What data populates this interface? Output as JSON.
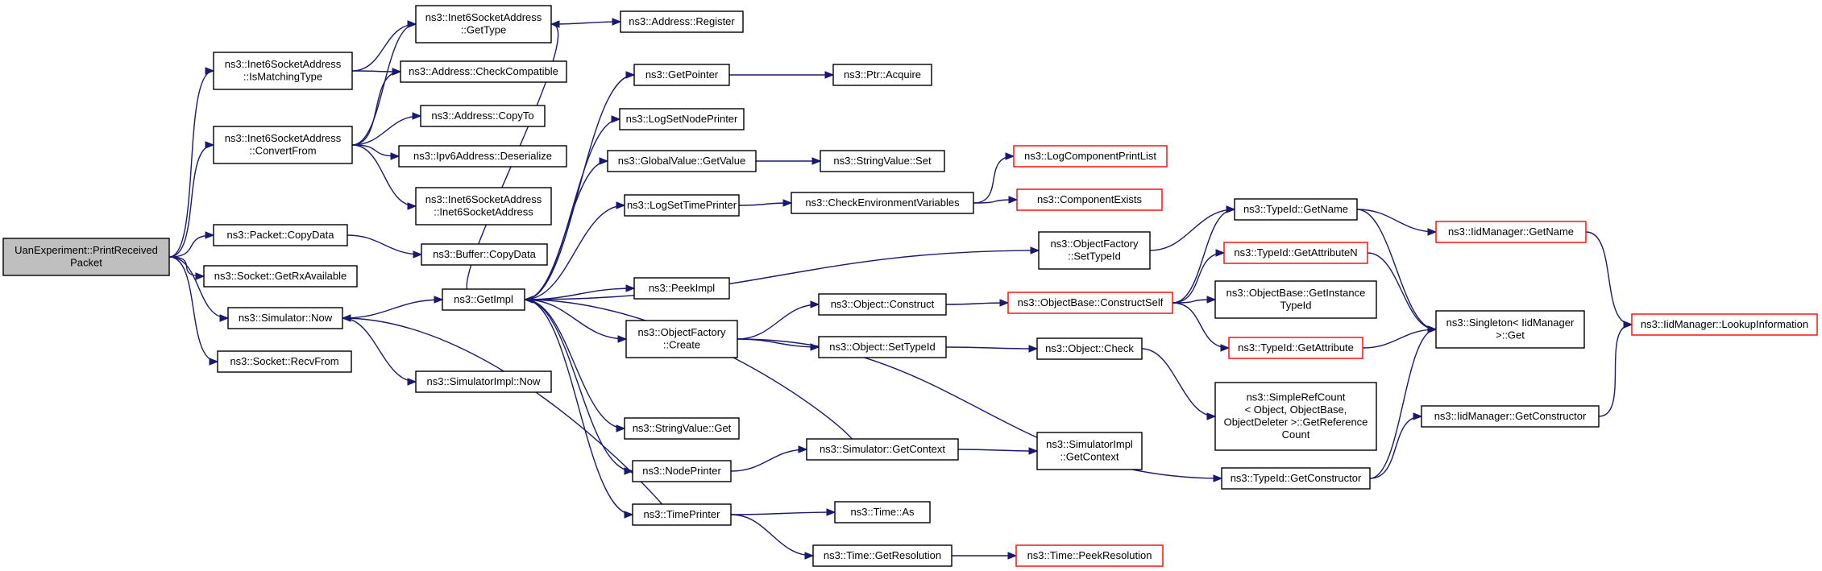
{
  "colors": {
    "edge": "#191970",
    "node_border": "#000000",
    "truncated_border": "#ff0000",
    "root_fill": "#bfbfbf"
  },
  "nodes": [
    {
      "id": "root",
      "lines": [
        "UanExperiment::PrintReceived",
        "Packet"
      ],
      "style": "root"
    },
    {
      "id": "inet6_ismatching",
      "lines": [
        "ns3::Inet6SocketAddress",
        "::IsMatchingType"
      ]
    },
    {
      "id": "inet6_convertfrom",
      "lines": [
        "ns3::Inet6SocketAddress",
        "::ConvertFrom"
      ]
    },
    {
      "id": "packet_copydata",
      "lines": [
        "ns3::Packet::CopyData"
      ]
    },
    {
      "id": "socket_getrx",
      "lines": [
        "ns3::Socket::GetRxAvailable"
      ]
    },
    {
      "id": "simulator_now",
      "lines": [
        "ns3::Simulator::Now"
      ]
    },
    {
      "id": "socket_recvfrom",
      "lines": [
        "ns3::Socket::RecvFrom"
      ]
    },
    {
      "id": "inet6_gettype",
      "lines": [
        "ns3::Inet6SocketAddress",
        "::GetType"
      ]
    },
    {
      "id": "address_checkcompat",
      "lines": [
        "ns3::Address::CheckCompatible"
      ]
    },
    {
      "id": "address_copyto",
      "lines": [
        "ns3::Address::CopyTo"
      ]
    },
    {
      "id": "ipv6_deserialize",
      "lines": [
        "ns3::Ipv6Address::Deserialize"
      ]
    },
    {
      "id": "inet6_ctor",
      "lines": [
        "ns3::Inet6SocketAddress",
        "::Inet6SocketAddress"
      ]
    },
    {
      "id": "buffer_copydata",
      "lines": [
        "ns3::Buffer::CopyData"
      ]
    },
    {
      "id": "getimpl",
      "lines": [
        "ns3::GetImpl"
      ]
    },
    {
      "id": "simimpl_now",
      "lines": [
        "ns3::SimulatorImpl::Now"
      ]
    },
    {
      "id": "address_register",
      "lines": [
        "ns3::Address::Register"
      ]
    },
    {
      "id": "getpointer",
      "lines": [
        "ns3::GetPointer"
      ]
    },
    {
      "id": "logsetnodeprinter",
      "lines": [
        "ns3::LogSetNodePrinter"
      ]
    },
    {
      "id": "globalvalue_getvalue",
      "lines": [
        "ns3::GlobalValue::GetValue"
      ]
    },
    {
      "id": "logsettimeprinter",
      "lines": [
        "ns3::LogSetTimePrinter"
      ]
    },
    {
      "id": "peekimpl",
      "lines": [
        "ns3::PeekImpl"
      ]
    },
    {
      "id": "objectfactory_create",
      "lines": [
        "ns3::ObjectFactory",
        "::Create"
      ]
    },
    {
      "id": "stringvalue_get",
      "lines": [
        "ns3::StringValue::Get"
      ]
    },
    {
      "id": "nodeprinter",
      "lines": [
        "ns3::NodePrinter"
      ]
    },
    {
      "id": "timeprinter",
      "lines": [
        "ns3::TimePrinter"
      ]
    },
    {
      "id": "ptr_acquire",
      "lines": [
        "ns3::Ptr::Acquire"
      ]
    },
    {
      "id": "stringvalue_set",
      "lines": [
        "ns3::StringValue::Set"
      ]
    },
    {
      "id": "checkenvvars",
      "lines": [
        "ns3::CheckEnvironmentVariables"
      ]
    },
    {
      "id": "object_construct",
      "lines": [
        "ns3::Object::Construct"
      ]
    },
    {
      "id": "object_settypeid",
      "lines": [
        "ns3::Object::SetTypeId"
      ]
    },
    {
      "id": "simulator_getcontext",
      "lines": [
        "ns3::Simulator::GetContext"
      ]
    },
    {
      "id": "time_as",
      "lines": [
        "ns3::Time::As"
      ]
    },
    {
      "id": "time_getresolution",
      "lines": [
        "ns3::Time::GetResolution"
      ]
    },
    {
      "id": "logcomponentprintlist",
      "lines": [
        "ns3::LogComponentPrintList"
      ],
      "style": "red"
    },
    {
      "id": "componentexists",
      "lines": [
        "ns3::ComponentExists"
      ],
      "style": "red"
    },
    {
      "id": "objectfactory_settypeid",
      "lines": [
        "ns3::ObjectFactory",
        "::SetTypeId"
      ]
    },
    {
      "id": "objectbase_constructself",
      "lines": [
        "ns3::ObjectBase::ConstructSelf"
      ],
      "style": "red"
    },
    {
      "id": "object_check",
      "lines": [
        "ns3::Object::Check"
      ]
    },
    {
      "id": "simimpl_getcontext",
      "lines": [
        "ns3::SimulatorImpl",
        "::GetContext"
      ]
    },
    {
      "id": "time_peekresolution",
      "lines": [
        "ns3::Time::PeekResolution"
      ],
      "style": "red"
    },
    {
      "id": "typeid_getname",
      "lines": [
        "ns3::TypeId::GetName"
      ]
    },
    {
      "id": "typeid_getattributen",
      "lines": [
        "ns3::TypeId::GetAttributeN"
      ],
      "style": "red"
    },
    {
      "id": "objectbase_getinstancetypeid",
      "lines": [
        "ns3::ObjectBase::GetInstance",
        "TypeId"
      ]
    },
    {
      "id": "typeid_getattribute",
      "lines": [
        "ns3::TypeId::GetAttribute"
      ],
      "style": "red"
    },
    {
      "id": "simplerefcount",
      "lines": [
        "ns3::SimpleRefCount",
        "< Object, ObjectBase,",
        "ObjectDeleter >::GetReference",
        "Count"
      ]
    },
    {
      "id": "typeid_getconstructor",
      "lines": [
        "ns3::TypeId::GetConstructor"
      ]
    },
    {
      "id": "iidmanager_getname",
      "lines": [
        "ns3::IidManager::GetName"
      ],
      "style": "red"
    },
    {
      "id": "singleton_get",
      "lines": [
        "ns3::Singleton< IidManager",
        ">::Get"
      ]
    },
    {
      "id": "iidmanager_getconstructor",
      "lines": [
        "ns3::IidManager::GetConstructor"
      ]
    },
    {
      "id": "iidmanager_lookupinfo",
      "lines": [
        "ns3::IidManager::LookupInformation"
      ],
      "style": "red"
    }
  ],
  "edges": [
    [
      "root",
      "inet6_ismatching"
    ],
    [
      "root",
      "inet6_convertfrom"
    ],
    [
      "root",
      "packet_copydata"
    ],
    [
      "root",
      "socket_getrx"
    ],
    [
      "root",
      "simulator_now"
    ],
    [
      "root",
      "socket_recvfrom"
    ],
    [
      "inet6_ismatching",
      "inet6_gettype"
    ],
    [
      "inet6_ismatching",
      "address_checkcompat"
    ],
    [
      "inet6_convertfrom",
      "inet6_gettype"
    ],
    [
      "inet6_convertfrom",
      "address_checkcompat"
    ],
    [
      "inet6_convertfrom",
      "address_copyto"
    ],
    [
      "inet6_convertfrom",
      "ipv6_deserialize"
    ],
    [
      "inet6_convertfrom",
      "inet6_ctor"
    ],
    [
      "inet6_gettype",
      "address_register"
    ],
    [
      "packet_copydata",
      "buffer_copydata"
    ],
    [
      "simulator_now",
      "getimpl"
    ],
    [
      "simulator_now",
      "simimpl_now"
    ],
    [
      "getimpl",
      "getpointer"
    ],
    [
      "getimpl",
      "logsetnodeprinter"
    ],
    [
      "getimpl",
      "globalvalue_getvalue"
    ],
    [
      "getimpl",
      "logsettimeprinter"
    ],
    [
      "getimpl",
      "peekimpl"
    ],
    [
      "getimpl",
      "objectfactory_create"
    ],
    [
      "getimpl",
      "stringvalue_get"
    ],
    [
      "getimpl",
      "nodeprinter"
    ],
    [
      "getimpl",
      "timeprinter"
    ],
    [
      "getimpl",
      "objectfactory_settypeid"
    ],
    [
      "getimpl",
      "inet6_gettype"
    ],
    [
      "getpointer",
      "ptr_acquire"
    ],
    [
      "globalvalue_getvalue",
      "stringvalue_set"
    ],
    [
      "logsettimeprinter",
      "checkenvvars"
    ],
    [
      "checkenvvars",
      "logcomponentprintlist"
    ],
    [
      "checkenvvars",
      "componentexists"
    ],
    [
      "objectfactory_create",
      "object_construct"
    ],
    [
      "objectfactory_create",
      "object_settypeid"
    ],
    [
      "objectfactory_create",
      "typeid_getconstructor"
    ],
    [
      "object_construct",
      "objectbase_constructself"
    ],
    [
      "object_settypeid",
      "object_check"
    ],
    [
      "object_check",
      "simplerefcount"
    ],
    [
      "objectbase_constructself",
      "typeid_getname"
    ],
    [
      "objectbase_constructself",
      "typeid_getattributen"
    ],
    [
      "objectbase_constructself",
      "objectbase_getinstancetypeid"
    ],
    [
      "objectbase_constructself",
      "typeid_getattribute"
    ],
    [
      "objectfactory_settypeid",
      "typeid_getname"
    ],
    [
      "typeid_getname",
      "iidmanager_getname"
    ],
    [
      "typeid_getname",
      "singleton_get"
    ],
    [
      "typeid_getattributen",
      "singleton_get"
    ],
    [
      "typeid_getattribute",
      "singleton_get"
    ],
    [
      "iidmanager_getname",
      "iidmanager_lookupinfo"
    ],
    [
      "typeid_getconstructor",
      "singleton_get"
    ],
    [
      "typeid_getconstructor",
      "iidmanager_getconstructor"
    ],
    [
      "iidmanager_getconstructor",
      "iidmanager_lookupinfo"
    ],
    [
      "nodeprinter",
      "simulator_getcontext"
    ],
    [
      "simulator_getcontext",
      "getimpl"
    ],
    [
      "simulator_getcontext",
      "simimpl_getcontext"
    ],
    [
      "timeprinter",
      "time_as"
    ],
    [
      "timeprinter",
      "time_getresolution"
    ],
    [
      "time_getresolution",
      "time_peekresolution"
    ],
    [
      "timeprinter",
      "simulator_now"
    ]
  ]
}
